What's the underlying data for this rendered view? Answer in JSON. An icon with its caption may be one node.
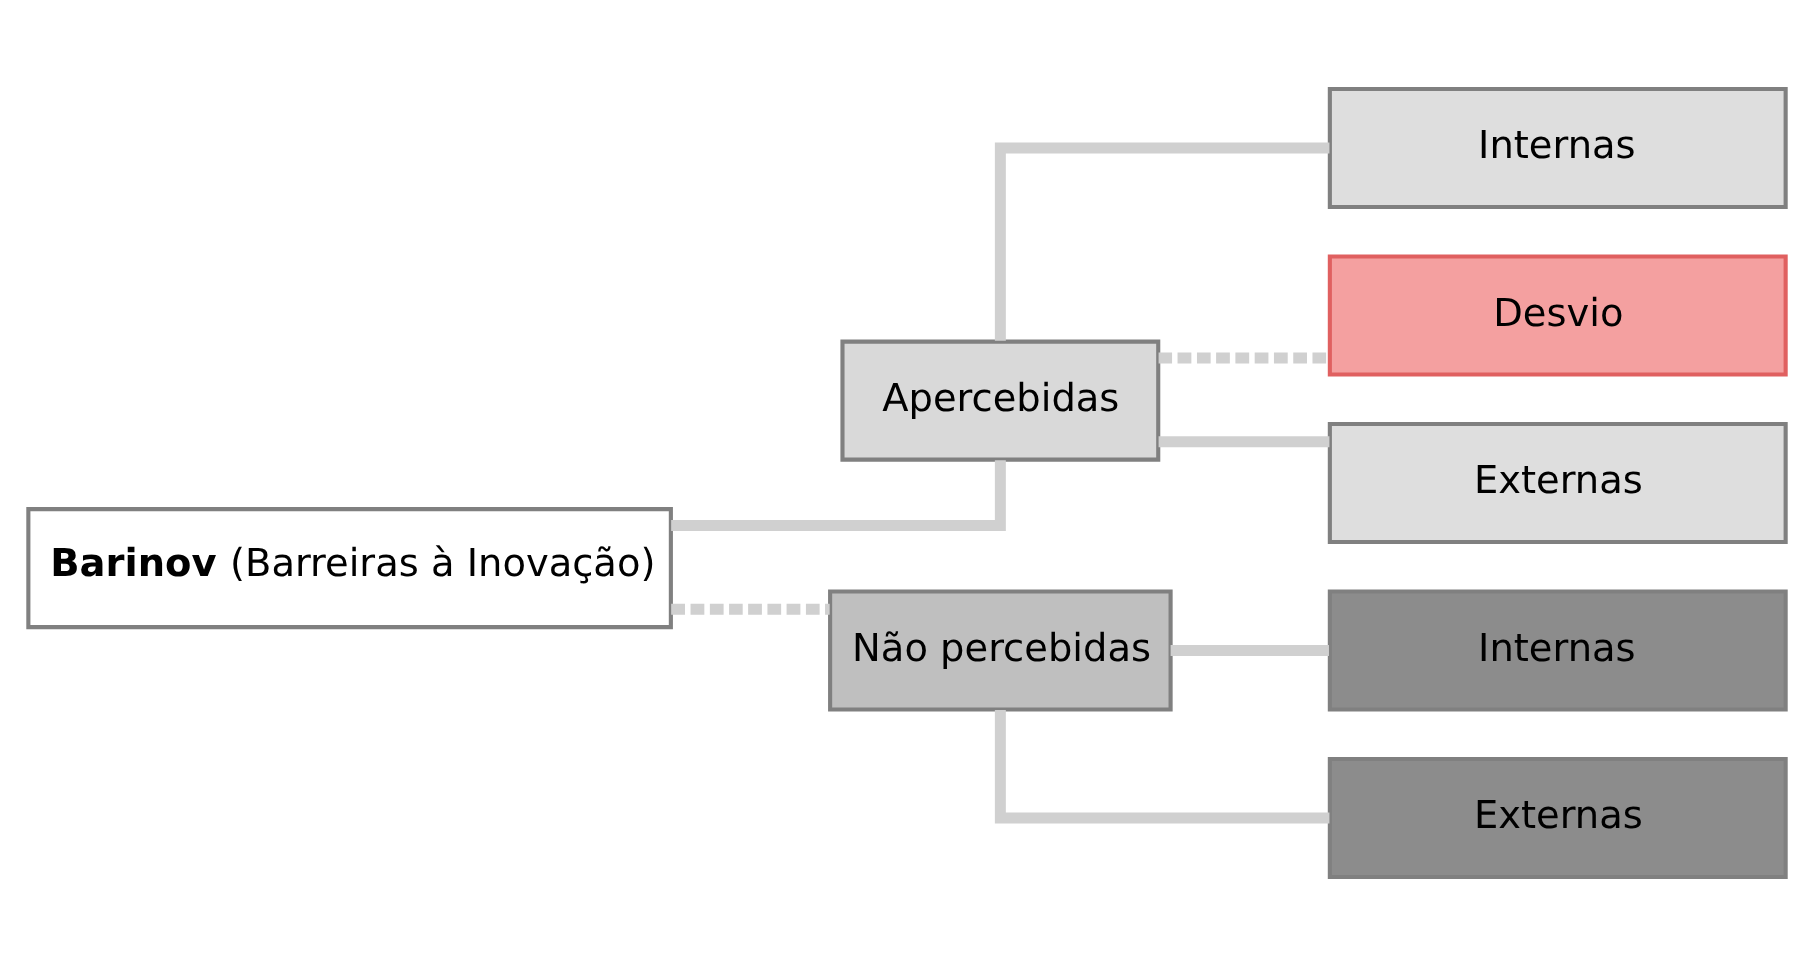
{
  "diagram": {
    "nodes": [
      {
        "text": [
          "**Barinov** (Barreiras à Inovação)"
        ]
      },
      {
        "text": [
          "Apercebidas"
        ]
      },
      {
        "text": [
          "Não percebidas"
        ]
      },
      {
        "text": [
          "Internas"
        ]
      },
      {
        "text": [
          "Desvio"
        ]
      },
      {
        "text": [
          "Externas"
        ]
      },
      {
        "text": [
          "Internas"
        ]
      },
      {
        "text": [
          "Externas"
        ]
      }
    ],
    "edges": [
      {
        "from": 0,
        "to": 1,
        "arrow": "none"
      },
      {
        "from": 0,
        "to": 2,
        "arrow": "none",
        "style": "dashed"
      },
      {
        "from": 1,
        "to": 3,
        "arrow": "none"
      },
      {
        "from": 1,
        "to": 4,
        "arrow": "none",
        "style": "dashed"
      },
      {
        "from": 1,
        "to": 5,
        "arrow": "none"
      },
      {
        "from": 2,
        "to": 6,
        "arrow": "none"
      },
      {
        "from": 2,
        "to": 7,
        "arrow": "none"
      }
    ]
  }
}
